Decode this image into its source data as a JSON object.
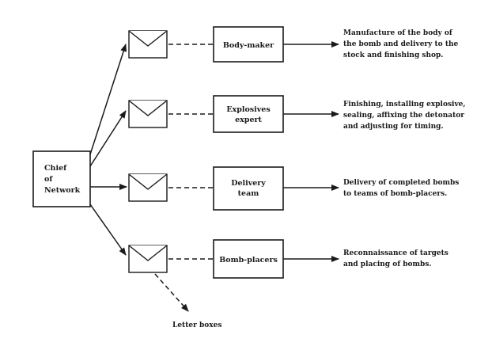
{
  "chief": {
    "lines": [
      "Chief",
      "of",
      "Network"
    ]
  },
  "roles": [
    {
      "name": "body-maker",
      "label": [
        "Body-maker"
      ],
      "description": [
        "Manufacture of the body of",
        "the bomb and delivery to the",
        "stock and finishing shop."
      ]
    },
    {
      "name": "explosives-expert",
      "label": [
        "Explosives",
        "expert"
      ],
      "description": [
        "Finishing, installing explosive,",
        "sealing, affixing the detonator",
        "and adjusting for timing."
      ]
    },
    {
      "name": "delivery-team",
      "label": [
        "Delivery",
        "team"
      ],
      "description": [
        "Delivery of completed bombs",
        "to teams of bomb-placers."
      ]
    },
    {
      "name": "bomb-placers",
      "label": [
        "Bomb-placers"
      ],
      "description": [
        "Reconnaissance of targets",
        "and placing of bombs."
      ]
    }
  ],
  "letter_boxes": {
    "label": "Letter boxes"
  }
}
